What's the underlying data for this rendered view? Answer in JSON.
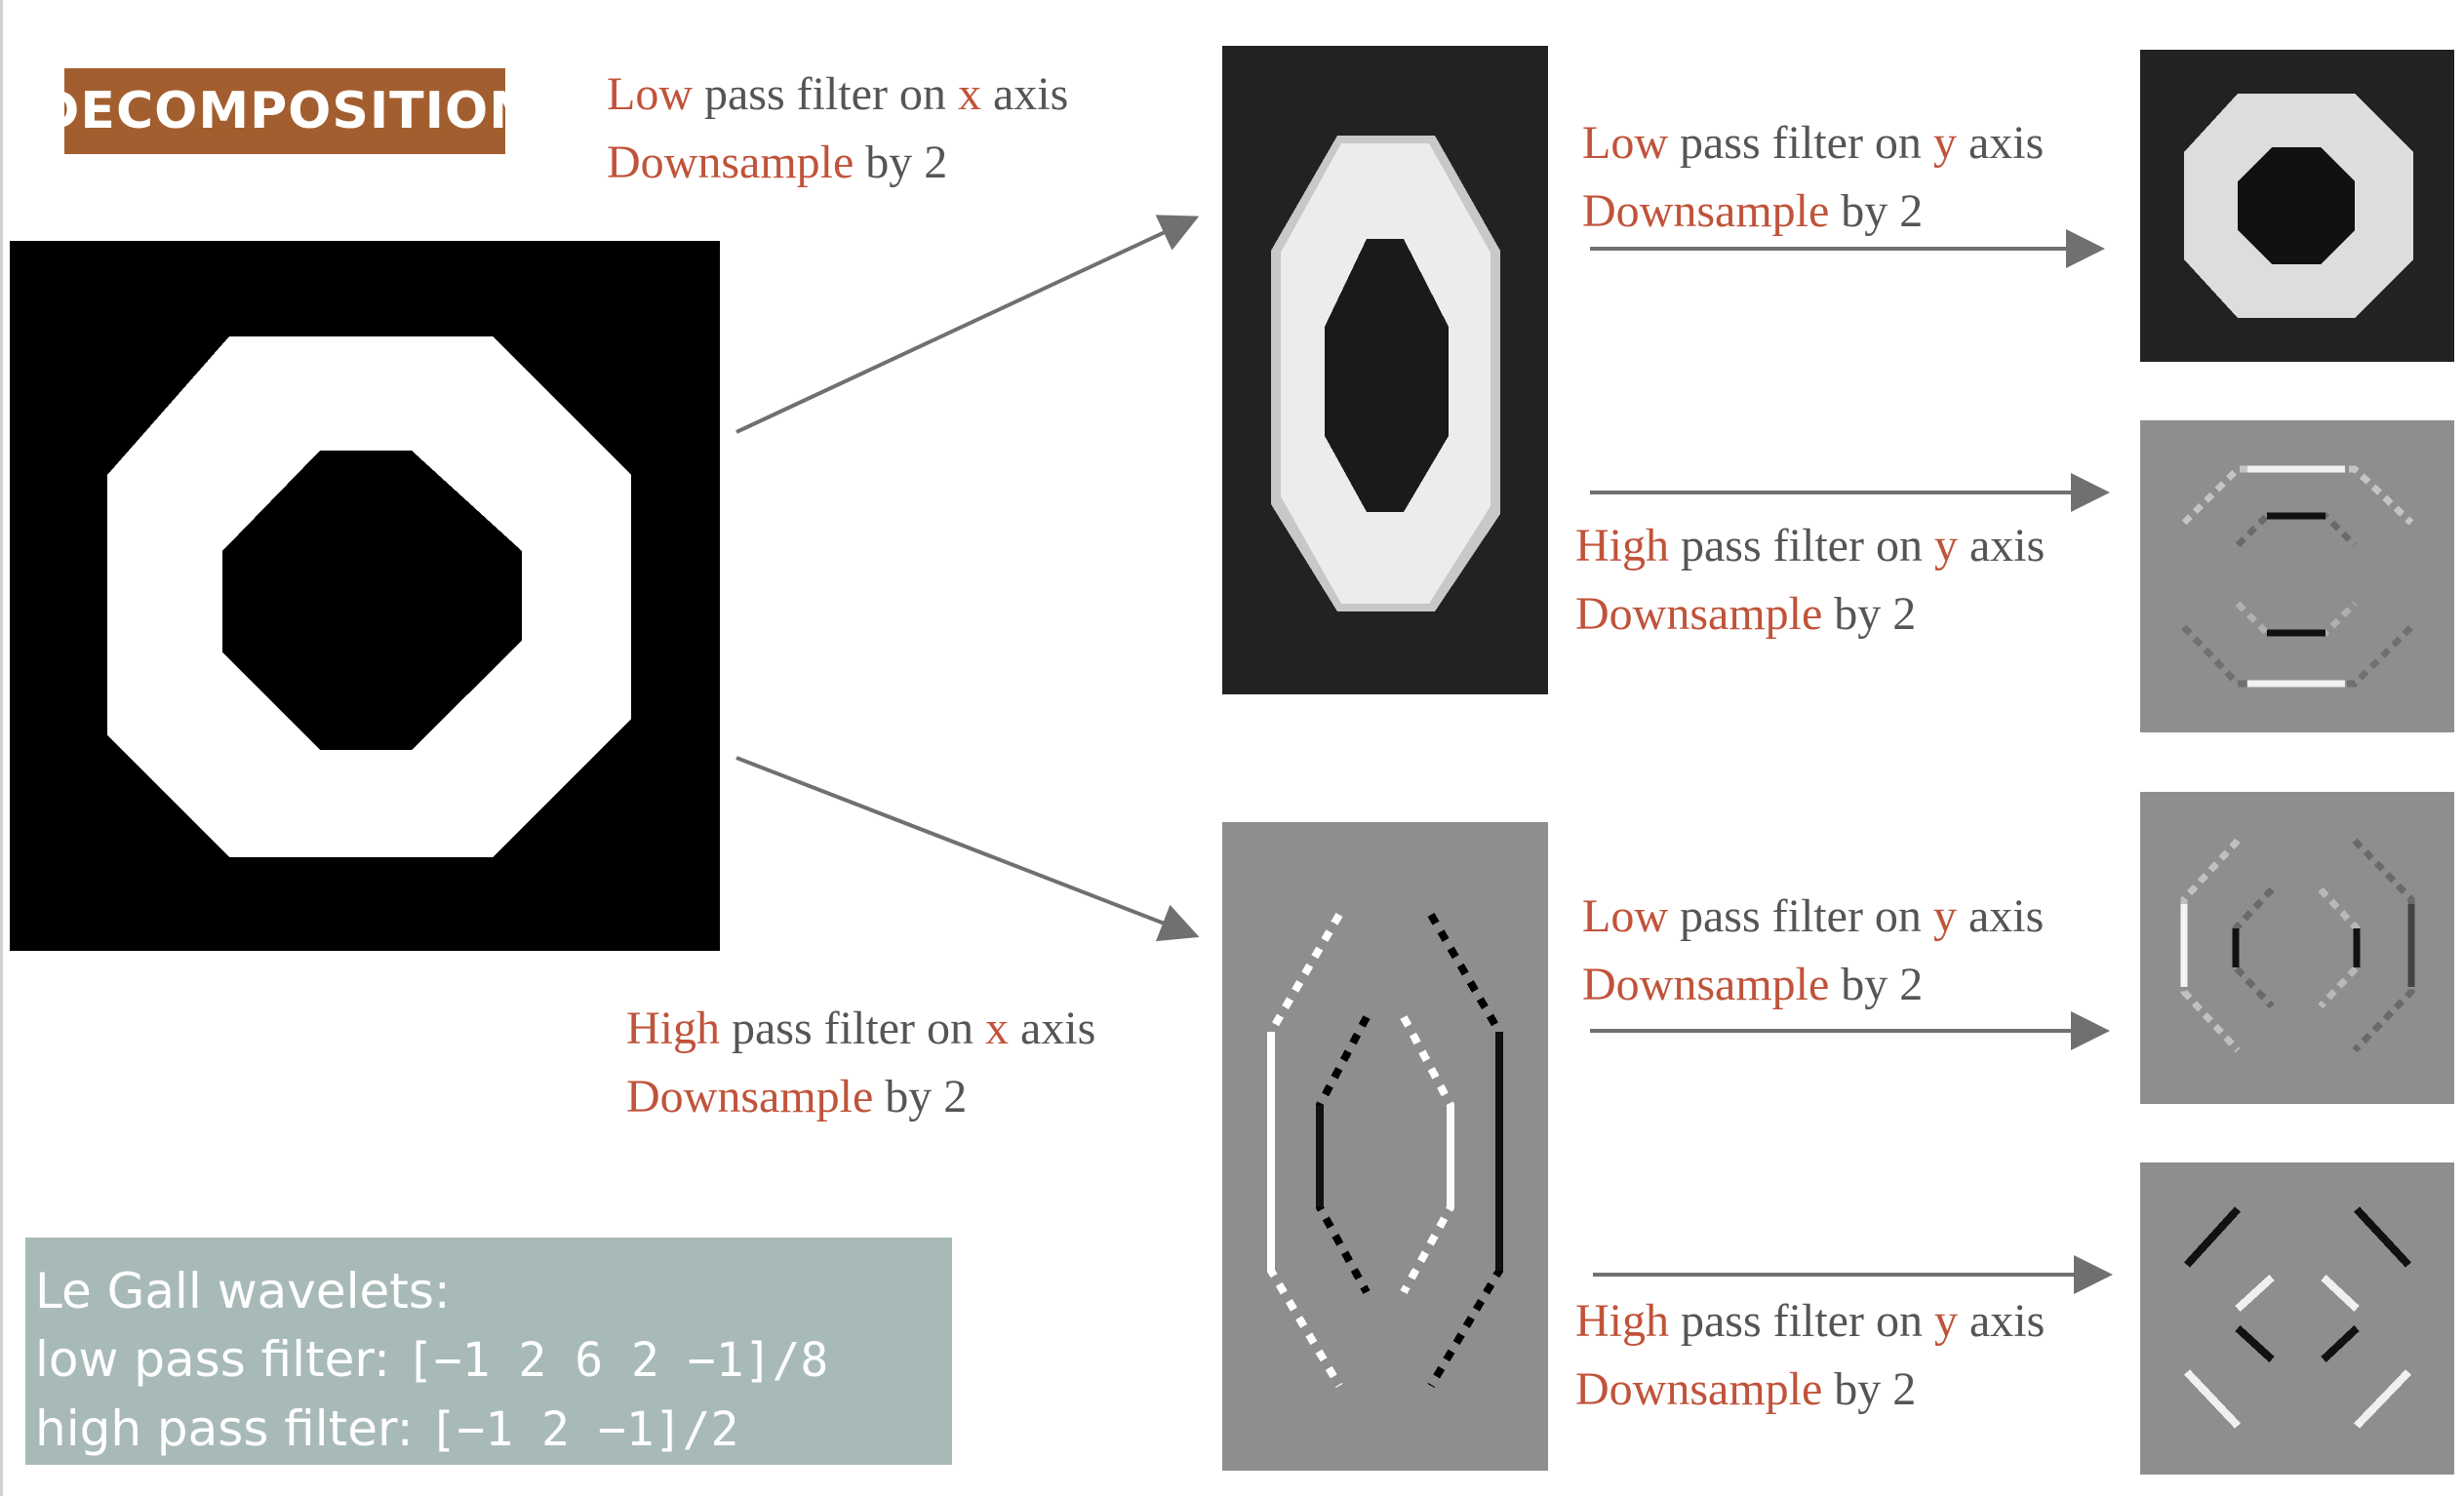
{
  "badge": "DECOMPOSITION",
  "captions": {
    "c1": {
      "a": "Low",
      "b": " pass filter on ",
      "c": "x",
      "d": " axis",
      "e": "Downsample",
      "f": " by 2"
    },
    "c2": {
      "a": "High",
      "b": " pass filter on ",
      "c": "x",
      "d": " axis",
      "e": "Downsample",
      "f": " by 2"
    },
    "c3": {
      "a": "Low",
      "b": " pass filter on ",
      "c": "y",
      "d": " axis",
      "e": "Downsample",
      "f": " by 2"
    },
    "c4": {
      "a": "High",
      "b": " pass filter on ",
      "c": "y",
      "d": " axis",
      "e": "Downsample",
      "f": " by 2"
    },
    "c5": {
      "a": "Low",
      "b": " pass filter on ",
      "c": "y",
      "d": " axis",
      "e": "Downsample",
      "f": " by 2"
    },
    "c6": {
      "a": "High",
      "b": " pass filter on ",
      "c": "y",
      "d": " axis",
      "e": "Downsample",
      "f": " by 2"
    }
  },
  "info": {
    "title": "Le Gall wavelets:",
    "low_label": "low pass filter: ",
    "low_value": "[−1  2  6  2  −1]/8",
    "high_label": "high pass filter: ",
    "high_value": "[−1  2  −1]/2"
  },
  "colors": {
    "accent": "#c0533a",
    "badge_bg": "#a35e2f",
    "info_bg": "#a8bab8",
    "arrow": "#707070",
    "mid_gray": "#8e8e8e"
  }
}
